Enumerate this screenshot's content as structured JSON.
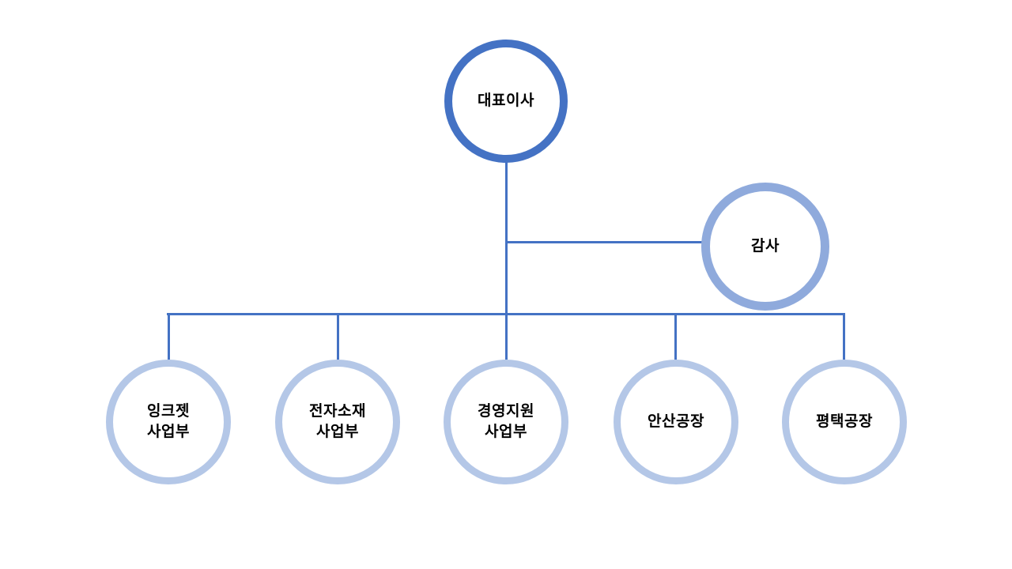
{
  "diagram": {
    "type": "org-chart",
    "root": {
      "label": "대표이사"
    },
    "aux": {
      "label": "감사"
    },
    "children": [
      {
        "label": "잉크젯\n사업부"
      },
      {
        "label": "전자소재\n사업부"
      },
      {
        "label": "경영지원\n사업부"
      },
      {
        "label": "안산공장"
      },
      {
        "label": "평택공장"
      }
    ]
  },
  "colors": {
    "root_stroke": "#4472C4",
    "aux_stroke": "#8FAADC",
    "child_stroke": "#B4C7E7",
    "connector": "#4472C4",
    "label_text": "#000000",
    "background": "#FFFFFF"
  }
}
